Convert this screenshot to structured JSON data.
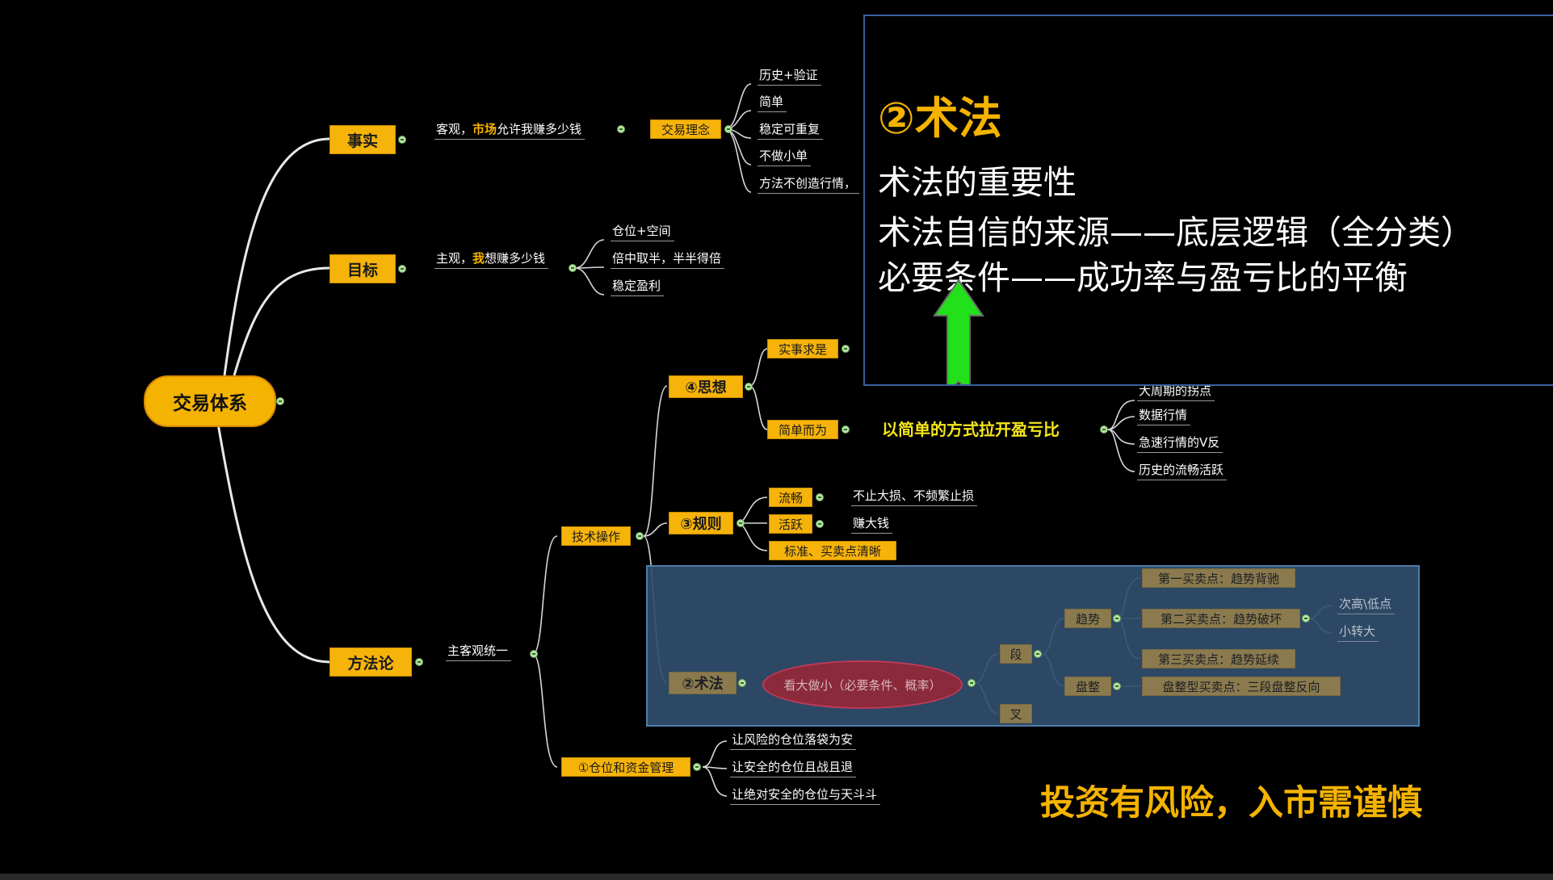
{
  "root": "交易体系",
  "branches": {
    "shishi": {
      "label": "事实",
      "desc_pre": "客观，",
      "desc_hl": "市场",
      "desc_post": "允许我赚多少钱",
      "sub": "交易理念",
      "items": [
        "历史+验证",
        "简单",
        "稳定可重复",
        "不做小单",
        "方法不创造行情，"
      ]
    },
    "mubiao": {
      "label": "目标",
      "desc_pre": "主观，",
      "desc_hl": "我",
      "desc_post": "想赚多少钱",
      "items": [
        "仓位+空间",
        "倍中取半，半半得倍",
        "稳定盈利"
      ]
    },
    "fangfa": {
      "label": "方法论",
      "desc": "主客观统一",
      "jishu": "技术操作",
      "sixiang": {
        "label": "④思想",
        "shishi": "实事求是",
        "jian": "简单而为",
        "jian_desc": "以简单的方式拉开盈亏比",
        "jian_items": [
          "大周期的拐点",
          "数据行情",
          "急速行情的V反",
          "历史的流畅活跃"
        ]
      },
      "guize": {
        "label": "③规则",
        "liuchang": "流畅",
        "liuchang_desc": "不止大损、不频繁止损",
        "huoyue": "活跃",
        "huoyue_desc": "赚大钱",
        "biaozhun": "标准、买卖点清晰"
      },
      "shufa": {
        "label": "②术法",
        "oval": "看大做小（必要条件、概率）",
        "duan": "段",
        "cha": "叉",
        "qushi": "趋势",
        "panzheng": "盘整",
        "buy1": "第一买卖点：趋势背驰",
        "buy2": "第二买卖点：趋势破坏",
        "buy3": "第三买卖点：趋势延续",
        "buy4": "盘整型买卖点：三段盘整反向",
        "ci": "次高\\低点",
        "xiao": "小转大"
      },
      "cangwei": {
        "label": "①仓位和资金管理",
        "items": [
          "让风险的仓位落袋为安",
          "让安全的仓位且战且退",
          "让绝对安全的仓位与天斗斗"
        ]
      }
    }
  },
  "overlay": {
    "title": "②术法",
    "lines": [
      "术法的重要性",
      "术法自信的来源——底层逻辑（全分类）",
      "必要条件——成功率与盈亏比的平衡"
    ]
  },
  "footer": "投资有风险，入市需谨慎",
  "colors": {
    "accent": "#f5b301",
    "arrow": "#22e01a",
    "highlight_bg": "#304e6e",
    "phrase": "#f5e61a"
  }
}
